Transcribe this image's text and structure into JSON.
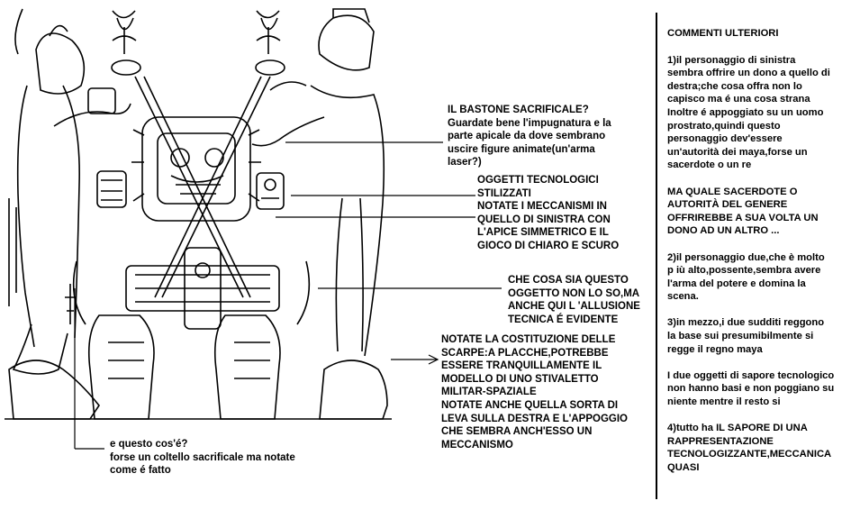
{
  "annotations": {
    "bastone": "IL BASTONE SACRIFICALE?\nGuardate bene l'impugnatura e la\nparte apicale da dove sembrano\nuscire figure animate(un'arma\nlaser?)",
    "oggetti": "OGGETTI TECNOLOGICI\nSTILIZZATI\nNOTATE I MECCANISMI IN\nQUELLO DI SINISTRA CON\nL'APICE SIMMETRICO E IL\nGIOCO DI CHIARO E SCURO",
    "oggetto": "CHE COSA SIA QUESTO\nOGGETTO NON LO SO,MA\nANCHE QUI  L  'ALLUSIONE\nTECNICA É EVIDENTE",
    "scarpe": "NOTATE LA COSTITUZIONE DELLE\nSCARPE:A PLACCHE,POTREBBE\nESSERE TRANQUILLAMENTE IL\nMODELLO DI UNO STIVALETTO\nMILITAR-SPAZIALE\nNOTATE ANCHE QUELLA SORTA DI\nLEVA SULLA DESTRA E L'APPOGGIO\nCHE SEMBRA ANCH'ESSO UN\nMECCANISMO",
    "coltello": "e questo cos'é?\nforse un coltello sacrificale ma notate\ncome é fatto"
  },
  "comments": {
    "title": "COMMENTI ULTERIORI",
    "p1": "1)il personaggio di sinistra\nsembra offrire un dono a quello di\ndestra;che cosa offra non lo\ncapisco ma é una cosa strana\nInoltre é appoggiato su un uomo\nprostrato,quindi questo\npersonaggio dev'essere\nun'autorità dei maya,forse un\nsacerdote o un re",
    "p2": "MA QUALE SACERDOTE O\nAUTORITÀ DEL GENERE\nOFFRIREBBE A SUA VOLTA UN\nDONO AD UN ALTRO ...",
    "p3": "2)il personaggio due,che è molto\np iù alto,possente,sembra avere\nl'arma del potere e domina la\nscena.",
    "p4": "3)in mezzo,i due sudditi reggono\nla base sui presumibilmente si\nregge il regno maya",
    "p5": "I due oggetti di sapore tecnologico\nnon hanno basi e non poggiano su\nniente mentre il resto  si",
    "p6": "4)tutto ha IL SAPORE DI UNA\nRAPPRESENTAZIONE\nTECNOLOGIZZANTE,MECCANICA\nQUASI"
  }
}
